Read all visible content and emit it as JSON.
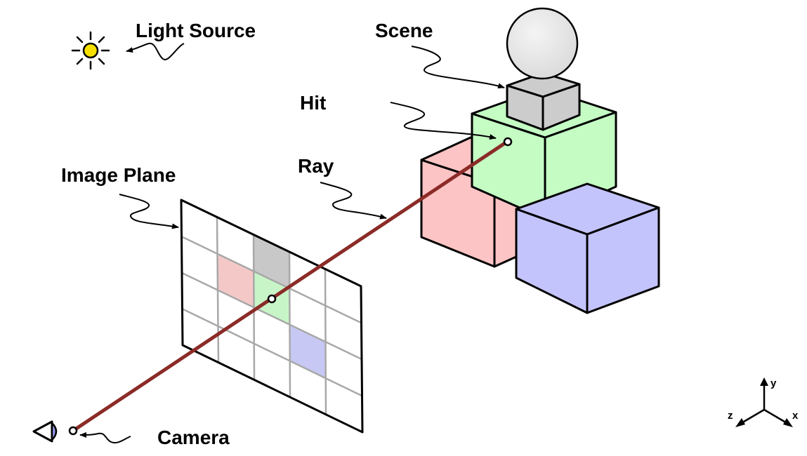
{
  "labels": {
    "light_source": "Light Source",
    "scene": "Scene",
    "hit": "Hit",
    "ray": "Ray",
    "image_plane": "Image Plane",
    "camera": "Camera"
  },
  "axes": {
    "x": "x",
    "y": "y",
    "z": "z"
  },
  "colors": {
    "ray": "#8b2b27",
    "green_cube": "#c4fcc4",
    "red_cube": "#fcc4c4",
    "blue_cube": "#c4c4fc",
    "gray_box": "#cccccc",
    "sun": "#f5e000",
    "sphere": "#e6e6e6",
    "grid_line": "#a8a8a8",
    "pixel_gray": "#c8c8c8",
    "pixel_green": "#c8f5c8",
    "pixel_red": "#f5c8c8",
    "pixel_blue": "#c8c8f5"
  },
  "icons": [
    "sun-icon",
    "eye-icon",
    "axes-icon"
  ]
}
